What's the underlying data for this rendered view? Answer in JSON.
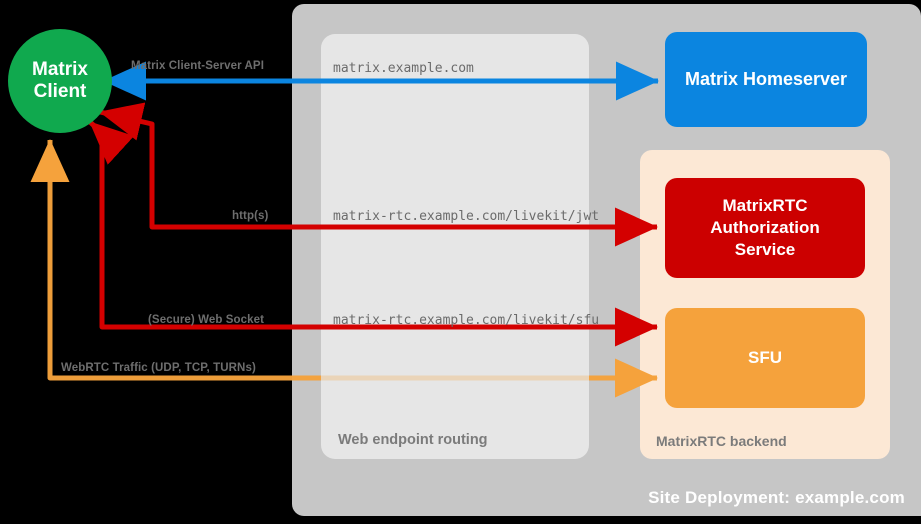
{
  "diagram": {
    "site": {
      "title": "Site Deployment: example.com"
    },
    "groups": {
      "routing": {
        "label": "Web endpoint routing"
      },
      "backend": {
        "label": "MatrixRTC backend"
      }
    },
    "nodes": {
      "client": {
        "line1": "Matrix",
        "line2": "Client",
        "color": "#10a94e"
      },
      "homeserver": {
        "label": "Matrix Homeserver",
        "color": "#0b85e0"
      },
      "auth": {
        "line1": "MatrixRTC",
        "line2": "Authorization",
        "line3": "Service",
        "color": "#cc0000"
      },
      "sfu": {
        "label": "SFU",
        "color": "#f5a23c"
      }
    },
    "edges": [
      {
        "id": "cs-api",
        "label": "Matrix Client-Server API",
        "url": "matrix.example.com",
        "color": "#0b85e0",
        "direction": "bidirectional"
      },
      {
        "id": "jwt",
        "label": "http(s)",
        "url": "matrix-rtc.example.com/livekit/jwt",
        "color": "#d40000",
        "direction": "bidirectional"
      },
      {
        "id": "sfu-ws",
        "label": "(Secure) Web Socket",
        "url": "matrix-rtc.example.com/livekit/sfu",
        "color": "#d40000",
        "direction": "bidirectional"
      },
      {
        "id": "webrtc",
        "label": "WebRTC Traffic (UDP, TCP, TURNs)",
        "url": "",
        "color": "#f5a23c",
        "direction": "bidirectional"
      }
    ]
  }
}
